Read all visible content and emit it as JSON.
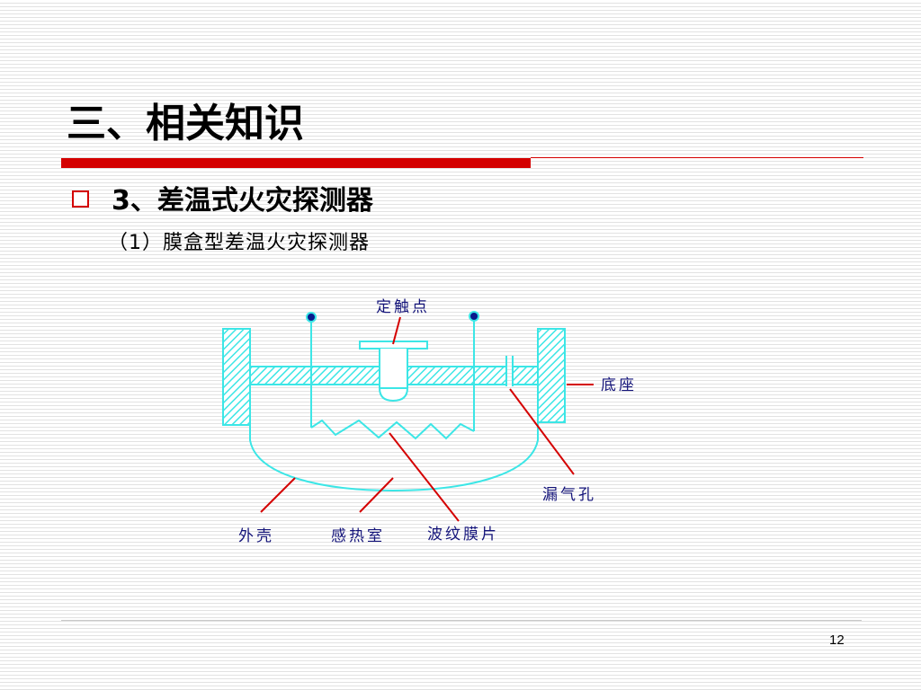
{
  "slide": {
    "title": "三、相关知识",
    "page_number": "12"
  },
  "bullet": {
    "icon": "hollow-square-bullet-icon",
    "text": "3、差温式火灾探测器"
  },
  "subheading": {
    "text": "（1）膜盒型差温火灾探测器"
  },
  "diagram": {
    "labels": {
      "fixed_contact": "定触点",
      "base": "底座",
      "leak_hole": "漏气孔",
      "shell": "外壳",
      "heat_chamber": "感热室",
      "diaphragm": "波纹膜片"
    }
  },
  "colors": {
    "cyan": "#3ce6e6",
    "red": "#d40000",
    "navy": "#14147a",
    "rule": "#c9c9c9"
  }
}
